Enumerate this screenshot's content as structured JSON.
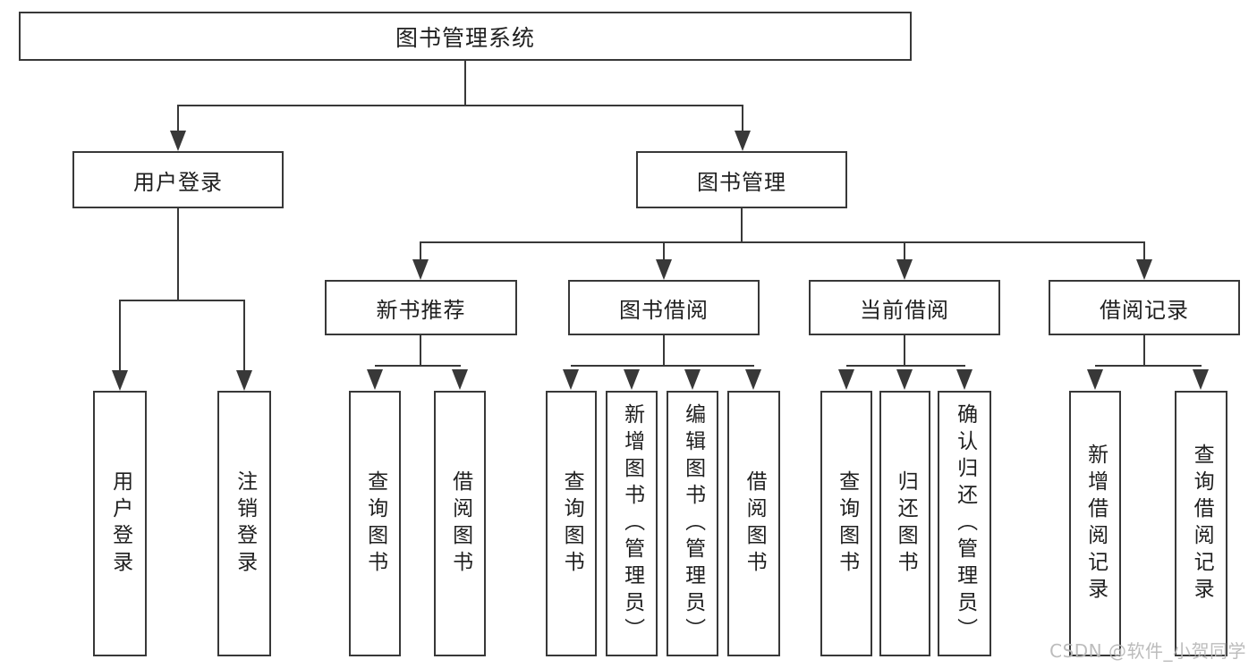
{
  "diagram": {
    "title": "图书管理系统",
    "children": [
      {
        "label": "用户登录",
        "children": [
          {
            "label": "用户登录"
          },
          {
            "label": "注销登录"
          }
        ]
      },
      {
        "label": "图书管理",
        "children": [
          {
            "label": "新书推荐",
            "children": [
              {
                "label": "查询图书"
              },
              {
                "label": "借阅图书"
              }
            ]
          },
          {
            "label": "图书借阅",
            "children": [
              {
                "label": "查询图书"
              },
              {
                "label": "新增图书（管理员）"
              },
              {
                "label": "编辑图书（管理员）"
              },
              {
                "label": "借阅图书"
              }
            ]
          },
          {
            "label": "当前借阅",
            "children": [
              {
                "label": "查询图书"
              },
              {
                "label": "归还图书"
              },
              {
                "label": "确认归还（管理员）"
              }
            ]
          },
          {
            "label": "借阅记录",
            "children": [
              {
                "label": "新增借阅记录"
              },
              {
                "label": "查询借阅记录"
              }
            ]
          }
        ]
      }
    ]
  },
  "watermark": {
    "text": "CSDN @软件_小贺同学"
  },
  "colors": {
    "line": "#383838",
    "text": "#1f1f1f",
    "watermark": "#b9b9b9"
  }
}
